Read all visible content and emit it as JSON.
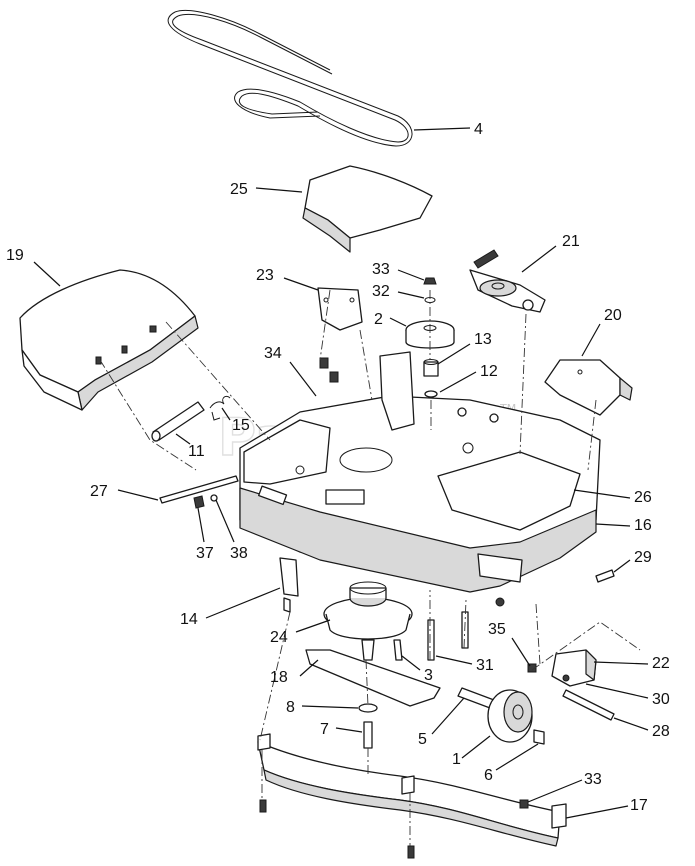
{
  "watermark": {
    "text": "PartsTree",
    "trademark": "TM"
  },
  "callouts": [
    {
      "id": "c4",
      "label": "4"
    },
    {
      "id": "c25",
      "label": "25"
    },
    {
      "id": "c19",
      "label": "19"
    },
    {
      "id": "c23",
      "label": "23"
    },
    {
      "id": "c33a",
      "label": "33"
    },
    {
      "id": "c32",
      "label": "32"
    },
    {
      "id": "c2",
      "label": "2"
    },
    {
      "id": "c21",
      "label": "21"
    },
    {
      "id": "c20",
      "label": "20"
    },
    {
      "id": "c13",
      "label": "13"
    },
    {
      "id": "c12",
      "label": "12"
    },
    {
      "id": "c34",
      "label": "34"
    },
    {
      "id": "c15",
      "label": "15"
    },
    {
      "id": "c11",
      "label": "11"
    },
    {
      "id": "c27",
      "label": "27"
    },
    {
      "id": "c37",
      "label": "37"
    },
    {
      "id": "c38",
      "label": "38"
    },
    {
      "id": "c26",
      "label": "26"
    },
    {
      "id": "c16",
      "label": "16"
    },
    {
      "id": "c29",
      "label": "29"
    },
    {
      "id": "c14",
      "label": "14"
    },
    {
      "id": "c24",
      "label": "24"
    },
    {
      "id": "c3",
      "label": "3"
    },
    {
      "id": "c31",
      "label": "31"
    },
    {
      "id": "c35",
      "label": "35"
    },
    {
      "id": "c22",
      "label": "22"
    },
    {
      "id": "c18",
      "label": "18"
    },
    {
      "id": "c30",
      "label": "30"
    },
    {
      "id": "c8",
      "label": "8"
    },
    {
      "id": "c28",
      "label": "28"
    },
    {
      "id": "c7",
      "label": "7"
    },
    {
      "id": "c5",
      "label": "5"
    },
    {
      "id": "c1",
      "label": "1"
    },
    {
      "id": "c6",
      "label": "6"
    },
    {
      "id": "c33b",
      "label": "33"
    },
    {
      "id": "c17",
      "label": "17"
    }
  ]
}
